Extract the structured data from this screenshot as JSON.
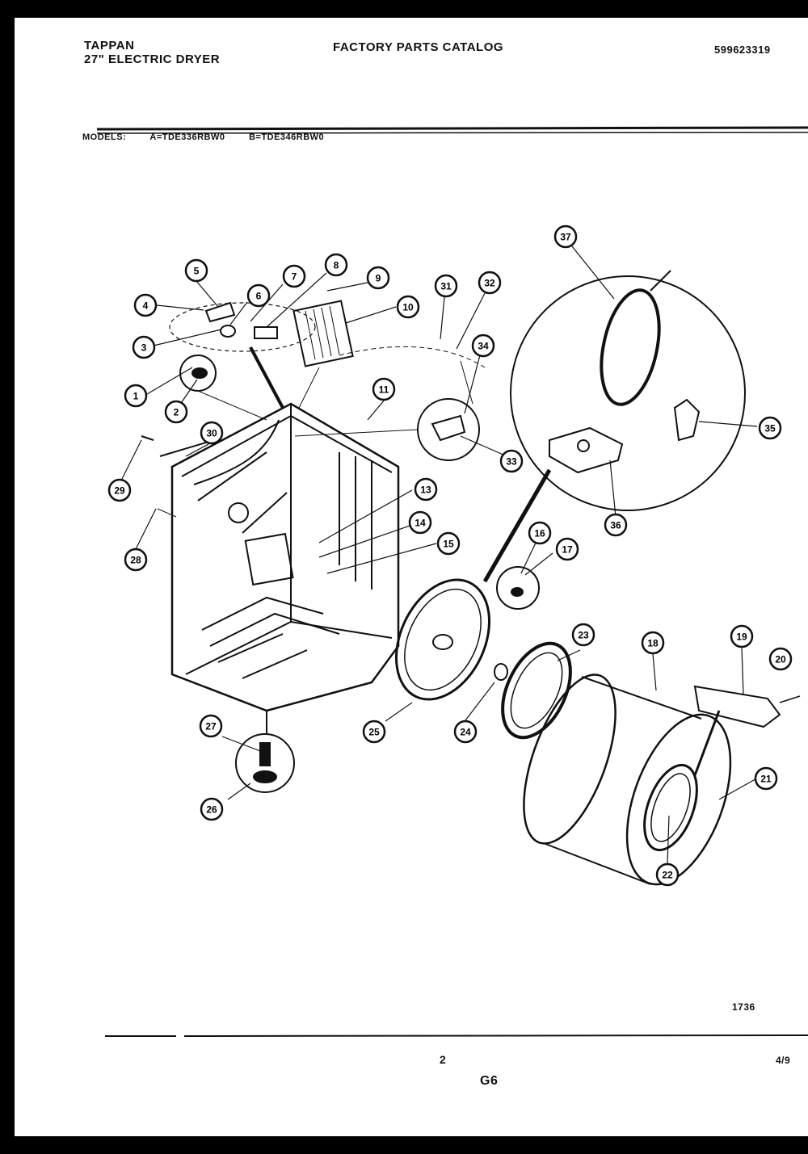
{
  "header": {
    "brand_line1": "TAPPAN",
    "brand_line2": "27\" ELECTRIC DRYER",
    "catalog_title": "FACTORY PARTS CATALOG",
    "catalog_code": "599623319"
  },
  "models": {
    "label": "MODELS:",
    "model_a": "A=TDE336RBW0",
    "model_b": "B=TDE346RBW0"
  },
  "footer": {
    "reference": "1736",
    "page_number": "2",
    "section": "G6",
    "date": "4/9"
  },
  "callouts": [
    "1",
    "2",
    "3",
    "4",
    "5",
    "6",
    "7",
    "8",
    "9",
    "10",
    "11",
    "13",
    "14",
    "15",
    "16",
    "17",
    "18",
    "19",
    "20",
    "21",
    "22",
    "23",
    "24",
    "25",
    "26",
    "27",
    "28",
    "29",
    "30",
    "31",
    "32",
    "33",
    "34",
    "35",
    "36",
    "37"
  ]
}
